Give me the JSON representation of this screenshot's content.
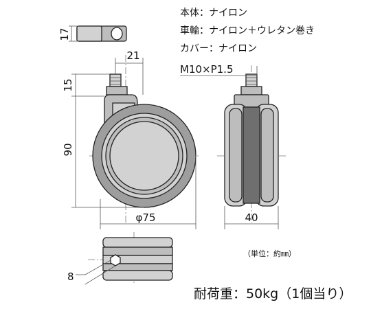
{
  "specs": {
    "body": "本体：ナイロン",
    "wheel": "車輪：ナイロン＋ウレタン巻き",
    "cover": "カバー：ナイロン"
  },
  "dimensions": {
    "collar_height": "17",
    "stem_offset": "21",
    "thread": "M10×P1.5",
    "stem_length": "15",
    "overall_height": "90",
    "wheel_diameter": "φ75",
    "wheel_width": "40",
    "hole": "8"
  },
  "unit_note": "（単位：約㎜）",
  "load_capacity": "耐荷重：50kg（1個当り）",
  "colors": {
    "outline": "#222222",
    "light_gray": "#d2d2d2",
    "mid_gray": "#bdbdbd",
    "dark_gray": "#6f6f6f"
  }
}
